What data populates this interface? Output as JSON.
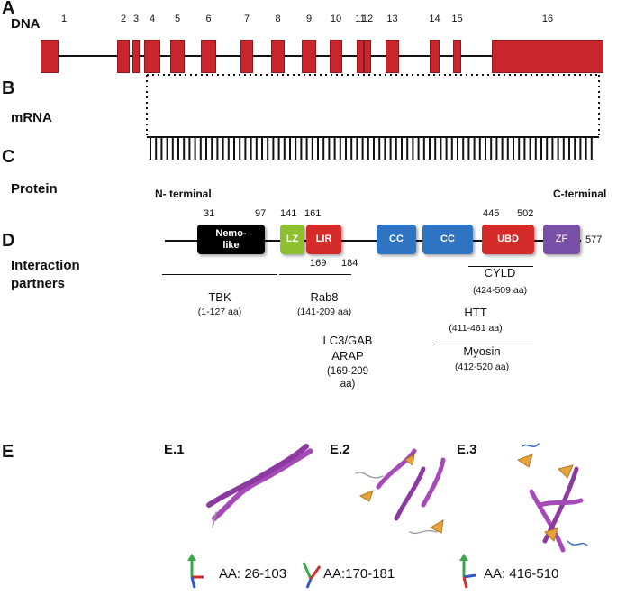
{
  "panels": {
    "a": {
      "letter": "A",
      "label": "DNA"
    },
    "b": {
      "letter": "B",
      "label": "mRNA"
    },
    "c": {
      "letter": "C",
      "label": "Protein"
    },
    "d": {
      "letter": "D",
      "label": "Interaction partners"
    },
    "e": {
      "letter": "E"
    }
  },
  "exons": [
    "1",
    "2",
    "3",
    "4",
    "5",
    "6",
    "7",
    "8",
    "9",
    "10",
    "11",
    "12",
    "13",
    "14",
    "15",
    "16"
  ],
  "protein": {
    "n_terminal": "N- terminal",
    "c_terminal": "C-terminal",
    "length": "577",
    "positions_top": [
      "31",
      "97",
      "141",
      "161",
      "445",
      "502"
    ],
    "positions_bottom": [
      "169",
      "184"
    ],
    "domains": [
      {
        "name": "Nemo-like",
        "color": "#000000"
      },
      {
        "name": "LZ",
        "color": "#8dbf2e"
      },
      {
        "name": "LIR",
        "color": "#d42a2a"
      },
      {
        "name": "CC",
        "color": "#2f74c2"
      },
      {
        "name": "CC",
        "color": "#2f74c2"
      },
      {
        "name": "UBD",
        "color": "#d42a2a"
      },
      {
        "name": "ZF",
        "color": "#7a4fa8"
      }
    ]
  },
  "partners": [
    {
      "name": "TBK",
      "range": "(1-127 aa)"
    },
    {
      "name": "Rab8",
      "range": "(141-209 aa)"
    },
    {
      "name": "LC3/GAB ARAP",
      "range": "(169-209 aa)"
    },
    {
      "name": "CYLD",
      "range": "(424-509 aa)"
    },
    {
      "name": "HTT",
      "range": "(411-461 aa)"
    },
    {
      "name": "Myosin",
      "range": "(412-520 aa)"
    }
  ],
  "structures": [
    {
      "label": "E.1",
      "aa": "AA: 26-103"
    },
    {
      "label": "E.2",
      "aa": "AA:170-181"
    },
    {
      "label": "E.3",
      "aa": "AA: 416-510"
    }
  ],
  "colors": {
    "exon": "#c8262c",
    "helix": "#a64ab8",
    "sheet": "#e8a23c"
  }
}
